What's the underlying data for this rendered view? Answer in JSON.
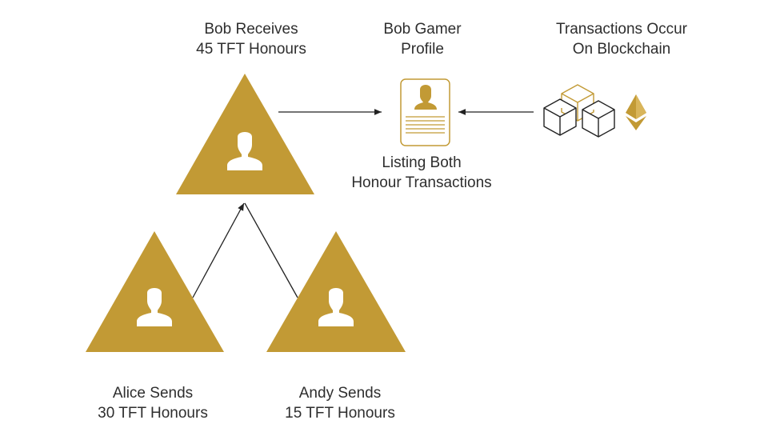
{
  "colors": {
    "gold": "#C29A35",
    "line": "#222222",
    "text": "#2e2e2e"
  },
  "nodes": {
    "bob": {
      "line1": "Bob Receives",
      "line2": "45 TFT Honours"
    },
    "alice": {
      "line1": "Alice Sends",
      "line2": "30 TFT Honours"
    },
    "andy": {
      "line1": "Andy Sends",
      "line2": "15 TFT Honours"
    },
    "profile": {
      "line1": "Bob Gamer",
      "line2": "Profile",
      "caption1": "Listing Both",
      "caption2": "Honour Transactions"
    },
    "blockchain": {
      "line1": "Transactions Occur",
      "line2": "On Blockchain"
    }
  }
}
